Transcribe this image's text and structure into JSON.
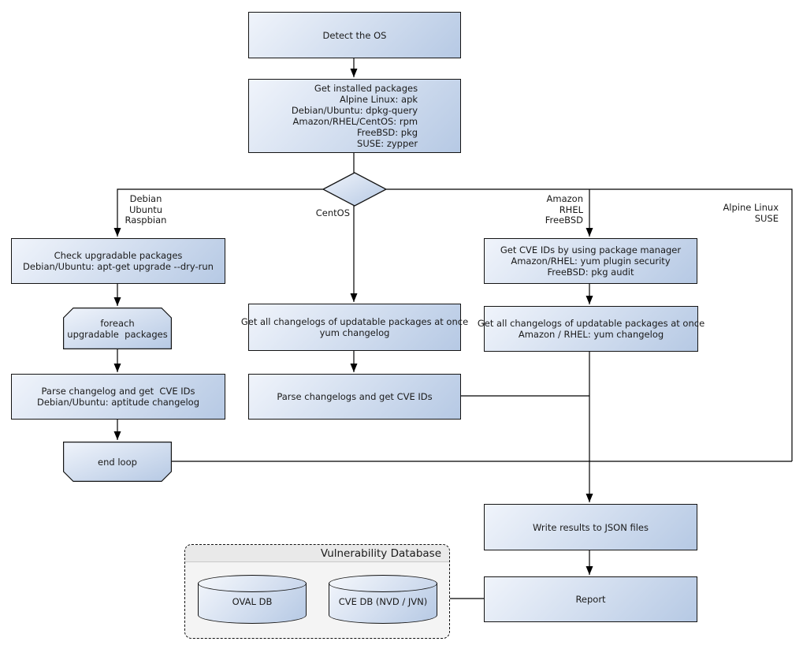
{
  "colors": {
    "node-light": "#f0f4fb",
    "node-dark": "#b6c9e4",
    "node-border": "#141414",
    "line": "#000000",
    "cluster-body": "#f4f4f4",
    "cluster-header": "#e9e9e9",
    "text": "#1a1a1a"
  },
  "nodes": {
    "detect_os": {
      "lines": [
        "Detect the OS"
      ]
    },
    "get_installed": {
      "lines": [
        "Get installed packages",
        "Alpine Linux: apk",
        "Debian/Ubuntu: dpkg-query",
        "Amazon/RHEL/CentOS: rpm",
        "FreeBSD: pkg",
        "SUSE: zypper"
      ]
    },
    "check_upgradable": {
      "lines": [
        "Check upgradable packages",
        "Debian/Ubuntu: apt-get upgrade --dry-run"
      ]
    },
    "foreach_loop": {
      "lines": [
        "foreach",
        "upgradable  packages"
      ]
    },
    "parse_changelog_deb": {
      "lines": [
        "Parse changelog and get  CVE IDs",
        "Debian/Ubuntu: aptitude changelog"
      ]
    },
    "end_loop": {
      "lines": [
        "end loop"
      ]
    },
    "get_changelogs_centos": {
      "lines": [
        "Get all changelogs of updatable packages at once",
        "yum changelog"
      ]
    },
    "parse_changelogs_centos": {
      "lines": [
        "Parse changelogs and get CVE IDs"
      ]
    },
    "get_cve_ids_pkg_mgr": {
      "lines": [
        "Get CVE IDs by using package manager",
        "Amazon/RHEL: yum plugin security",
        "FreeBSD: pkg audit"
      ]
    },
    "get_changelogs_amazon": {
      "lines": [
        "Get all changelogs of updatable packages at once",
        "Amazon / RHEL: yum changelog"
      ]
    },
    "write_results": {
      "lines": [
        "Write results to JSON files"
      ]
    },
    "report": {
      "lines": [
        "Report"
      ]
    }
  },
  "branch_labels": {
    "debian": {
      "lines": [
        "Debian",
        "Ubuntu",
        "Raspbian"
      ]
    },
    "centos": {
      "lines": [
        "CentOS"
      ]
    },
    "amazon": {
      "lines": [
        "Amazon",
        "RHEL",
        "FreeBSD"
      ]
    },
    "alpine": {
      "lines": [
        "Alpine Linux",
        "SUSE"
      ]
    }
  },
  "cluster": {
    "title": "Vulnerability Database",
    "databases": [
      {
        "label": "OVAL DB"
      },
      {
        "label": "CVE DB (NVD / JVN)"
      }
    ]
  }
}
